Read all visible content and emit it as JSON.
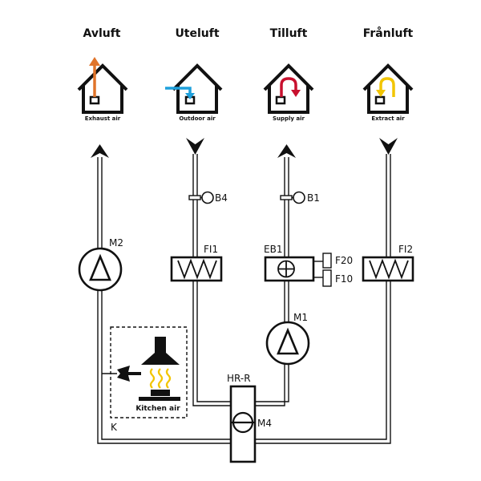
{
  "headers": {
    "exhaust": "Avluft",
    "outdoor": "Uteluft",
    "supply": "Tilluft",
    "extract": "Frånluft"
  },
  "captions": {
    "exhaust": "Exhaust air",
    "outdoor": "Outdoor air",
    "supply": "Supply air",
    "extract": "Extract air",
    "kitchen": "Kitchen air"
  },
  "labels": {
    "m2": "M2",
    "fi1": "FI1",
    "eb1": "EB1",
    "fi2": "FI2",
    "b4": "B4",
    "b1": "B1",
    "f20": "F20",
    "f10": "F10",
    "m1": "M1",
    "hrr": "HR-R",
    "m4": "M4",
    "k": "K"
  },
  "colors": {
    "exhaust_arrow": "#e0742a",
    "outdoor_arrow": "#1ea0dc",
    "supply_arrow": "#c8102e",
    "extract_arrow": "#f2c500",
    "kitchen_fumes": "#f2c500",
    "line": "#111111"
  }
}
